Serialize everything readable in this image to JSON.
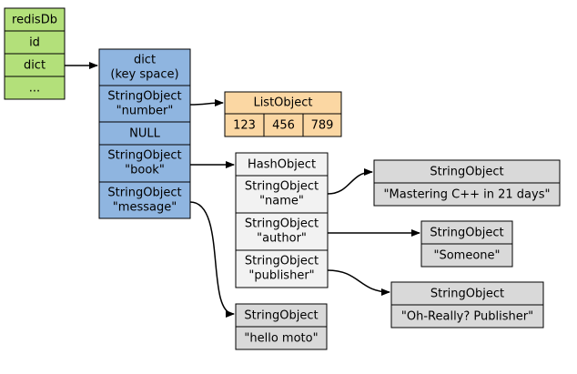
{
  "colors": {
    "redis_db": "#b3e07a",
    "dict": "#8fb5e0",
    "list": "#fbd7a3",
    "hash": "#f2f2f2",
    "string": "#d9d9d9"
  },
  "redis_db": {
    "title": "redisDb",
    "fields": [
      "id",
      "dict",
      "..."
    ]
  },
  "dict": {
    "header_line1": "dict",
    "header_line2": "(key space)",
    "entries": [
      {
        "line1": "StringObject",
        "line2": "\"number\""
      },
      {
        "line1": "NULL",
        "line2": ""
      },
      {
        "line1": "StringObject",
        "line2": "\"book\""
      },
      {
        "line1": "StringObject",
        "line2": "\"message\""
      }
    ]
  },
  "list_object": {
    "title": "ListObject",
    "items": [
      "123",
      "456",
      "789"
    ]
  },
  "hash_object": {
    "title": "HashObject",
    "fields": [
      {
        "line1": "StringObject",
        "line2": "\"name\""
      },
      {
        "line1": "StringObject",
        "line2": "\"author\""
      },
      {
        "line1": "StringObject",
        "line2": "\"publisher\""
      }
    ]
  },
  "string_objects": {
    "name_value": {
      "title": "StringObject",
      "value": "\"Mastering C++ in 21 days\""
    },
    "author_value": {
      "title": "StringObject",
      "value": "\"Someone\""
    },
    "publisher_value": {
      "title": "StringObject",
      "value": "\"Oh-Really? Publisher\""
    },
    "message_value": {
      "title": "StringObject",
      "value": "\"hello moto\""
    }
  }
}
